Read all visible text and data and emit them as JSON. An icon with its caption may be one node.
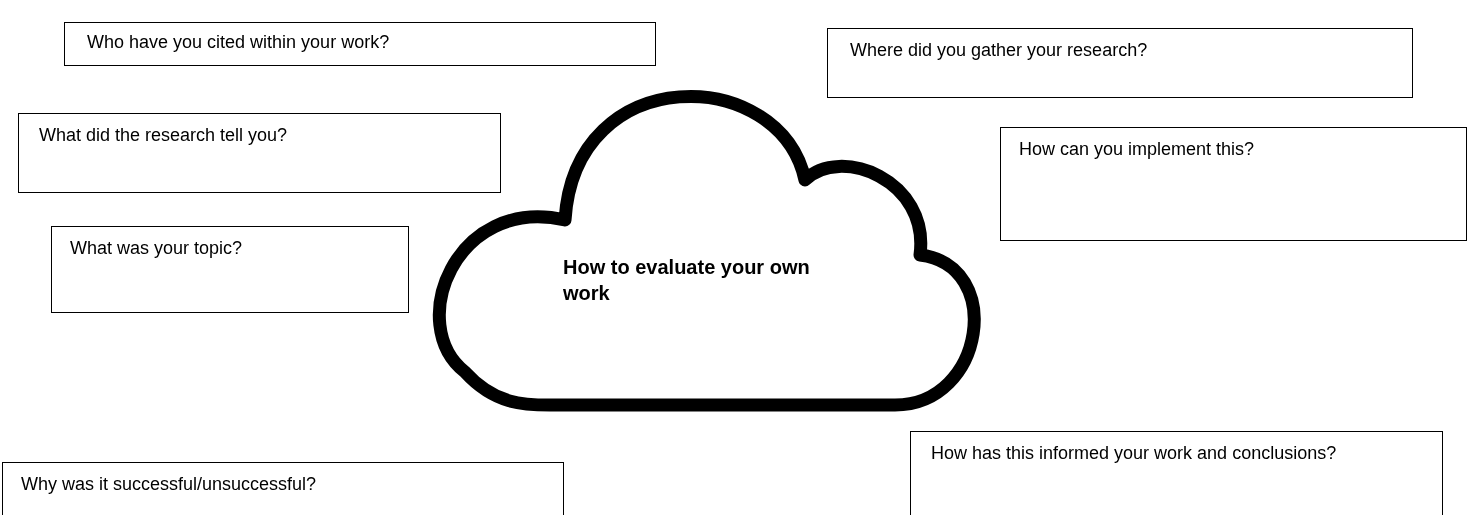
{
  "diagram": {
    "nodes": [
      {
        "text": [
          "Who have you cited within your work?"
        ]
      },
      {
        "text": [
          "Where did you gather your research?"
        ]
      },
      {
        "text": [
          "What did the research tell you?"
        ]
      },
      {
        "text": [
          "How can you implement this?"
        ]
      },
      {
        "text": [
          "What was your topic?"
        ]
      },
      {
        "text": [
          "How to evaluate your own work"
        ]
      },
      {
        "text": [
          "Why was it successful/unsuccessful?"
        ]
      },
      {
        "text": [
          "How has this informed your work and conclusions?"
        ]
      }
    ]
  }
}
